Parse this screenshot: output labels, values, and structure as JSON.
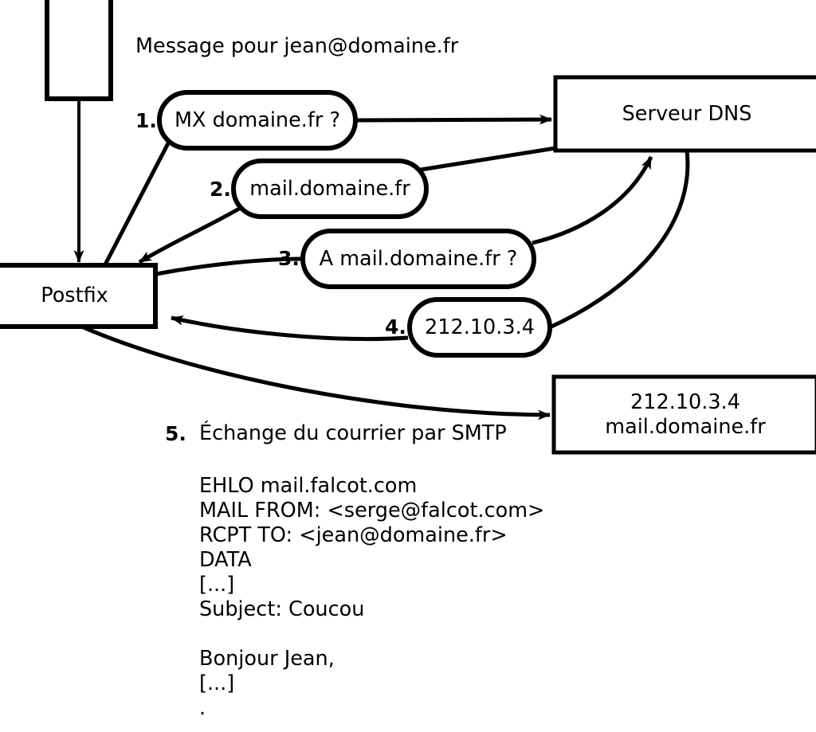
{
  "diagram": {
    "title_text": "Message pour jean@domaine.fr",
    "stroke_color": "#000000",
    "background_color": "#ffffff"
  },
  "nodes": {
    "client_box": {
      "label": ""
    },
    "postfix_box": {
      "label": "Postfix"
    },
    "dns_box": {
      "label": "Serveur DNS"
    },
    "mail_server_box": {
      "line1": "212.10.3.4",
      "line2": "mail.domaine.fr"
    }
  },
  "steps": [
    {
      "number": "1.",
      "bubble": "MX domaine.fr ?"
    },
    {
      "number": "2.",
      "bubble": "mail.domaine.fr"
    },
    {
      "number": "3.",
      "bubble": "A mail.domaine.fr ?"
    },
    {
      "number": "4.",
      "bubble": "212.10.3.4"
    },
    {
      "number": "5.",
      "caption": "Échange du courrier par SMTP"
    }
  ],
  "smtp_transcript": [
    "EHLO mail.falcot.com",
    "MAIL FROM: <serge@falcot.com>",
    "RCPT TO: <jean@domaine.fr>",
    "DATA",
    "[...]",
    "Subject: Coucou",
    "",
    "Bonjour Jean,",
    "[...]",
    "."
  ]
}
